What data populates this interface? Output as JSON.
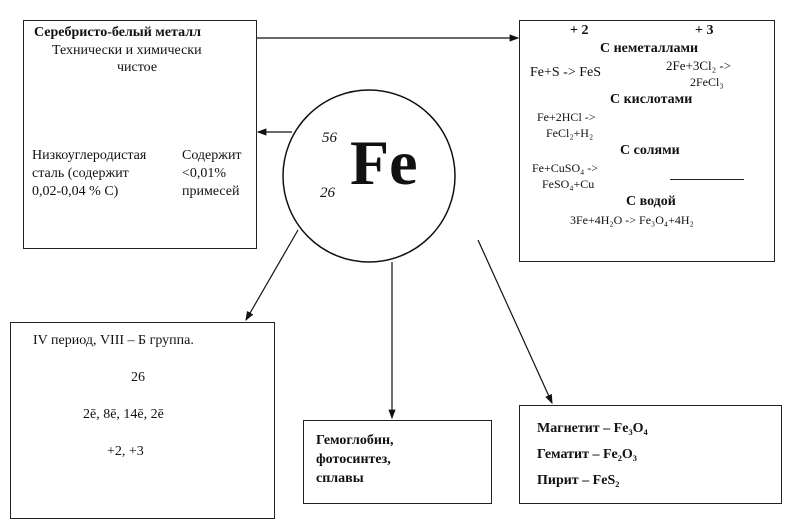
{
  "properties_box": {
    "title": "Серебристо-белый металл",
    "subtitle_line1": "Технически и химически",
    "subtitle_line2": "чистое",
    "left_line1": "Низкоуглеродистая",
    "left_line2": "сталь (содержит",
    "left_line3": "0,02-0,04 % С)",
    "right_line1": "Содержит",
    "right_line2": "<0,01%",
    "right_line3": "примесей"
  },
  "element": {
    "symbol": "Fe",
    "mass": "56",
    "number": "26"
  },
  "reactions_box": {
    "ox2": "+ 2",
    "ox3": "+ 3",
    "h_nonmetals": "С неметаллами",
    "r1a": "Fe+S -> FeS",
    "r1b_1": "2Fe+3Cl₂ ->",
    "r1b_2": "2FeCl₃",
    "h_acids": "С кислотами",
    "r2_1": "Fe+2HCl ->",
    "r2_2": "FeCl₂+H₂",
    "h_salts": "С солями",
    "r3_1": "Fe+CuSO₄ ->",
    "r3_2": "FeSO₄+Cu",
    "h_water": "С водой",
    "r4": "3Fe+4H₂O -> Fe₃O₄+4H₂"
  },
  "position_box": {
    "line1": "IV период, VIII – Б группа.",
    "line2": "26",
    "line3": "2ē, 8ē, 14ē, 2ē",
    "line4": "+2, +3"
  },
  "usage_box": {
    "line1": "Гемоглобин,",
    "line2": "фотосинтез,",
    "line3": "сплавы"
  },
  "minerals_box": {
    "m1": "Магнетит – Fe₃O₄",
    "m2": "Гематит – Fe₂O₃",
    "m3": "Пирит – FeS₂"
  }
}
